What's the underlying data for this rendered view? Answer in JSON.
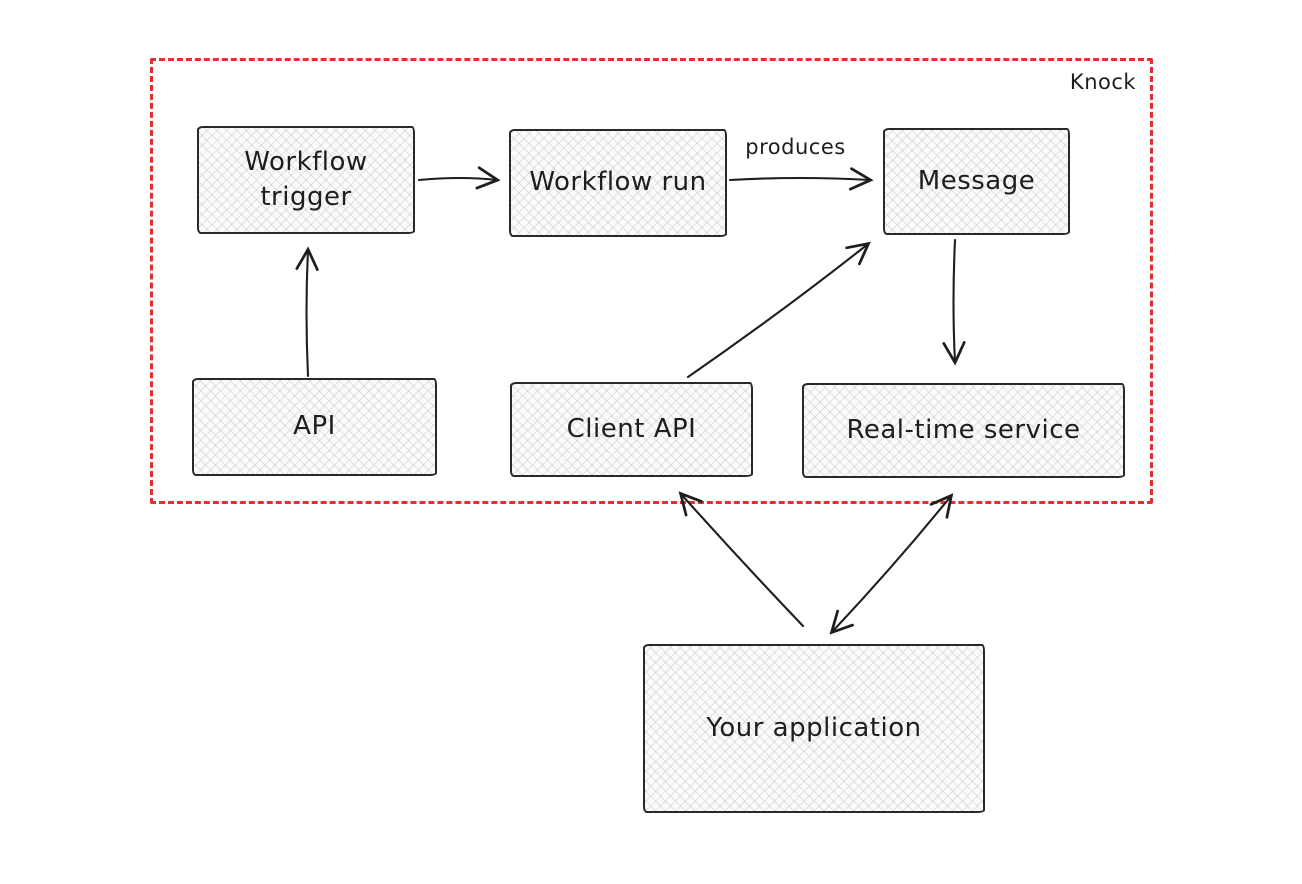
{
  "diagram": {
    "container_label": "Knock",
    "nodes": [
      {
        "id": "workflow-trigger",
        "label": "Workflow trigger",
        "inside_container": true
      },
      {
        "id": "workflow-run",
        "label": "Workflow run",
        "inside_container": true
      },
      {
        "id": "message",
        "label": "Message",
        "inside_container": true
      },
      {
        "id": "api",
        "label": "API",
        "inside_container": true
      },
      {
        "id": "client-api",
        "label": "Client API",
        "inside_container": true
      },
      {
        "id": "real-time-service",
        "label": "Real-time service",
        "inside_container": true
      },
      {
        "id": "your-application",
        "label": "Your application",
        "inside_container": false
      }
    ],
    "edges": [
      {
        "from": "workflow-trigger",
        "to": "workflow-run",
        "label": "",
        "direction": "one-way"
      },
      {
        "from": "workflow-run",
        "to": "message",
        "label": "produces",
        "direction": "one-way"
      },
      {
        "from": "api",
        "to": "workflow-trigger",
        "label": "",
        "direction": "one-way"
      },
      {
        "from": "client-api",
        "to": "message",
        "label": "",
        "direction": "one-way"
      },
      {
        "from": "message",
        "to": "real-time-service",
        "label": "",
        "direction": "one-way"
      },
      {
        "from": "your-application",
        "to": "client-api",
        "label": "",
        "direction": "one-way"
      },
      {
        "from": "your-application",
        "to": "real-time-service",
        "label": "",
        "direction": "two-way"
      }
    ],
    "colors": {
      "container_border": "#e03131",
      "node_border": "#1e1e1e",
      "node_fill": "#fbfbfc",
      "stroke": "#1e1e1e",
      "text": "#1e1e1e"
    }
  }
}
